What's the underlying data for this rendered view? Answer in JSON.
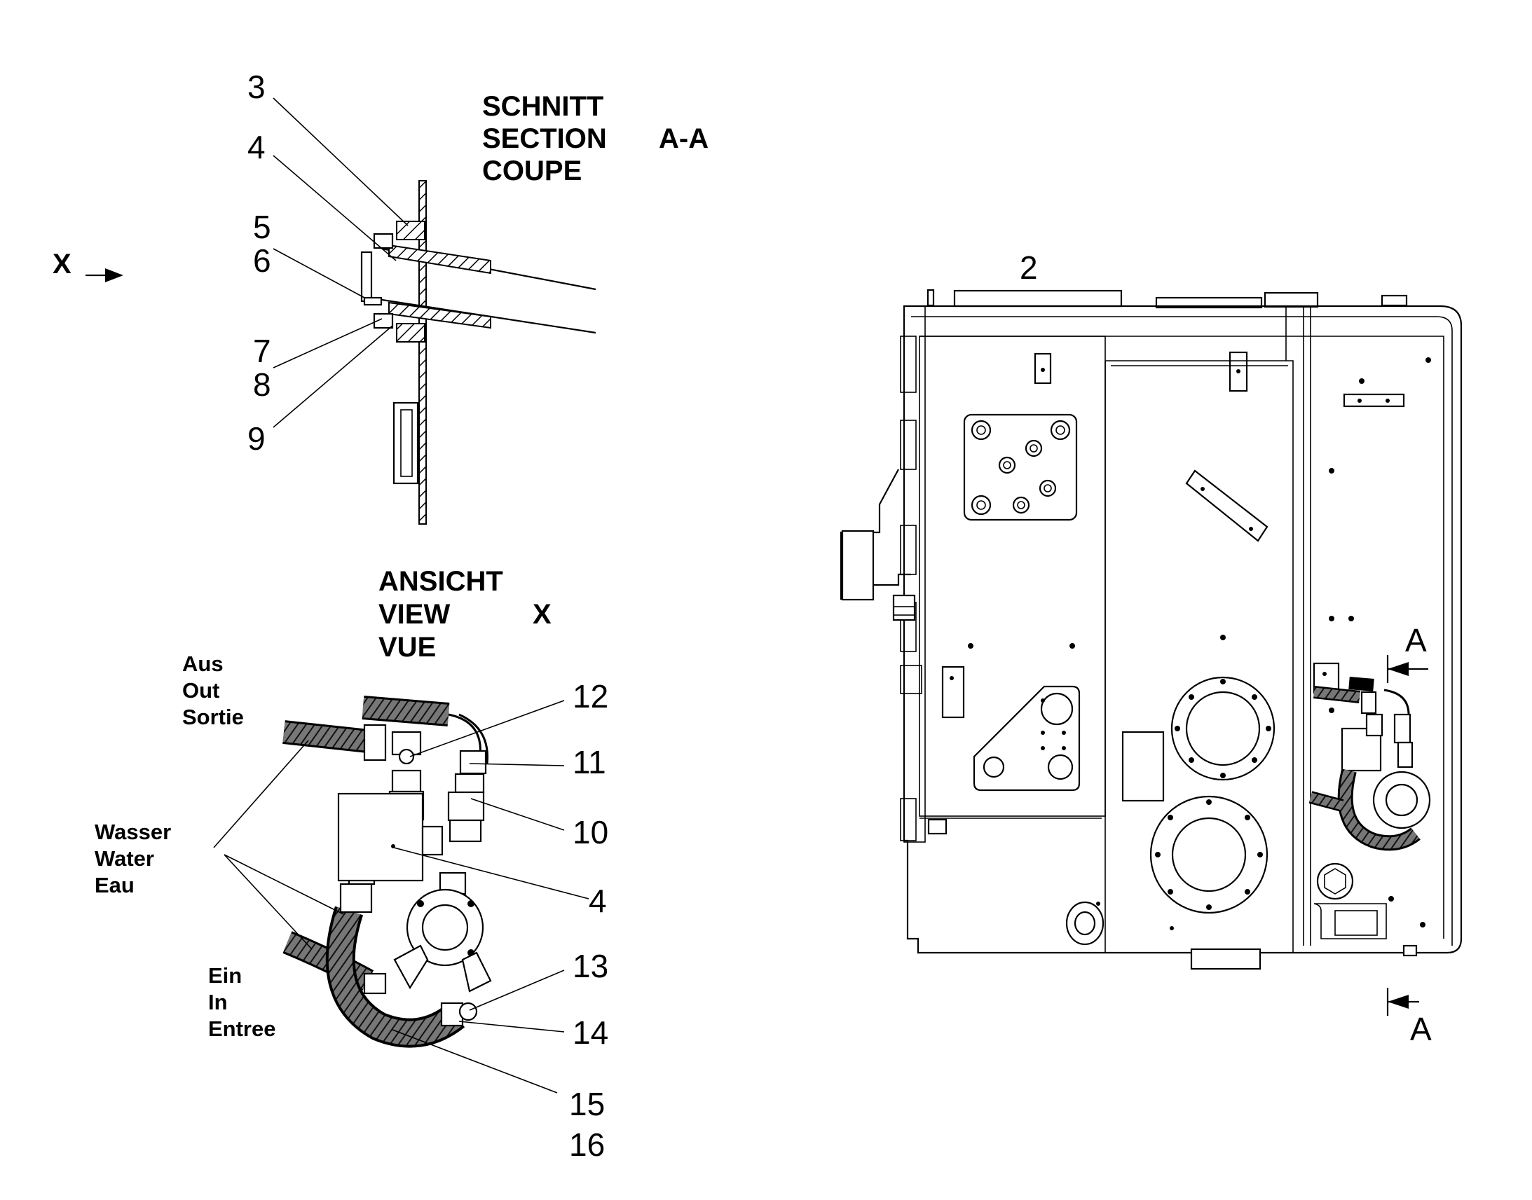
{
  "section_view": {
    "heading": [
      "SCHNITT",
      "SECTION",
      "COUPE"
    ],
    "section_id": "A-A",
    "callouts": [
      "3",
      "4",
      "5",
      "6",
      "7",
      "8",
      "9"
    ],
    "view_marker": "X"
  },
  "detail_view": {
    "heading": [
      "ANSICHT",
      "VIEW",
      "VUE"
    ],
    "view_id": "X",
    "outlet_label": [
      "Aus",
      "Out",
      "Sortie"
    ],
    "water_label": [
      "Wasser",
      "Water",
      "Eau"
    ],
    "inlet_label": [
      "Ein",
      "In",
      "Entree"
    ],
    "callouts": [
      "12",
      "11",
      "10",
      "4",
      "13",
      "14",
      "15",
      "16"
    ]
  },
  "main_view": {
    "callout": "2",
    "section_marker_top": "A",
    "section_marker_bottom": "A"
  }
}
